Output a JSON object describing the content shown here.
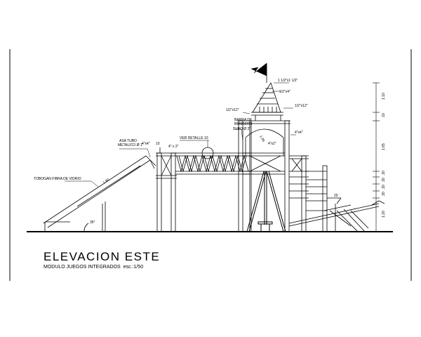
{
  "drawing": {
    "title": "ELEVACION ESTE",
    "subtitle": "MODULO JUEGOS INTEGRADOS",
    "scale": "esc.:1/50"
  },
  "labels": {
    "tobogan": "TOBOGAN FIBRA DE VIDRIO",
    "asa_line1": "ASA TUBO",
    "asa_line2": "METALICO Ø 1\"",
    "ver_detalle": "VER DETALLE 10",
    "barra_line1": "BARRA DE",
    "barra_line2": "BOMBERO",
    "barra_line3": "TUBO Ø 2\"",
    "p1": "1 1/2\"x1 1/2\"",
    "p2": "1/2\"x4\"",
    "p3": "1/2\"x12\"",
    "p4": "1/2\"x12\"",
    "p5": "4\"x4\"",
    "p6": "4\"x2\"",
    "p7": "4\" x 2\"",
    "p8": "10",
    "p9": "4\"x4\"",
    "slide_len": "1.80",
    "angle_slide": "35°",
    "rope_len": "1.95",
    "ramp_len": "20"
  },
  "dimensions": [
    "1.10",
    ".10",
    "1.65",
    ".20",
    ".20",
    ".20",
    ".20",
    "1.20"
  ]
}
